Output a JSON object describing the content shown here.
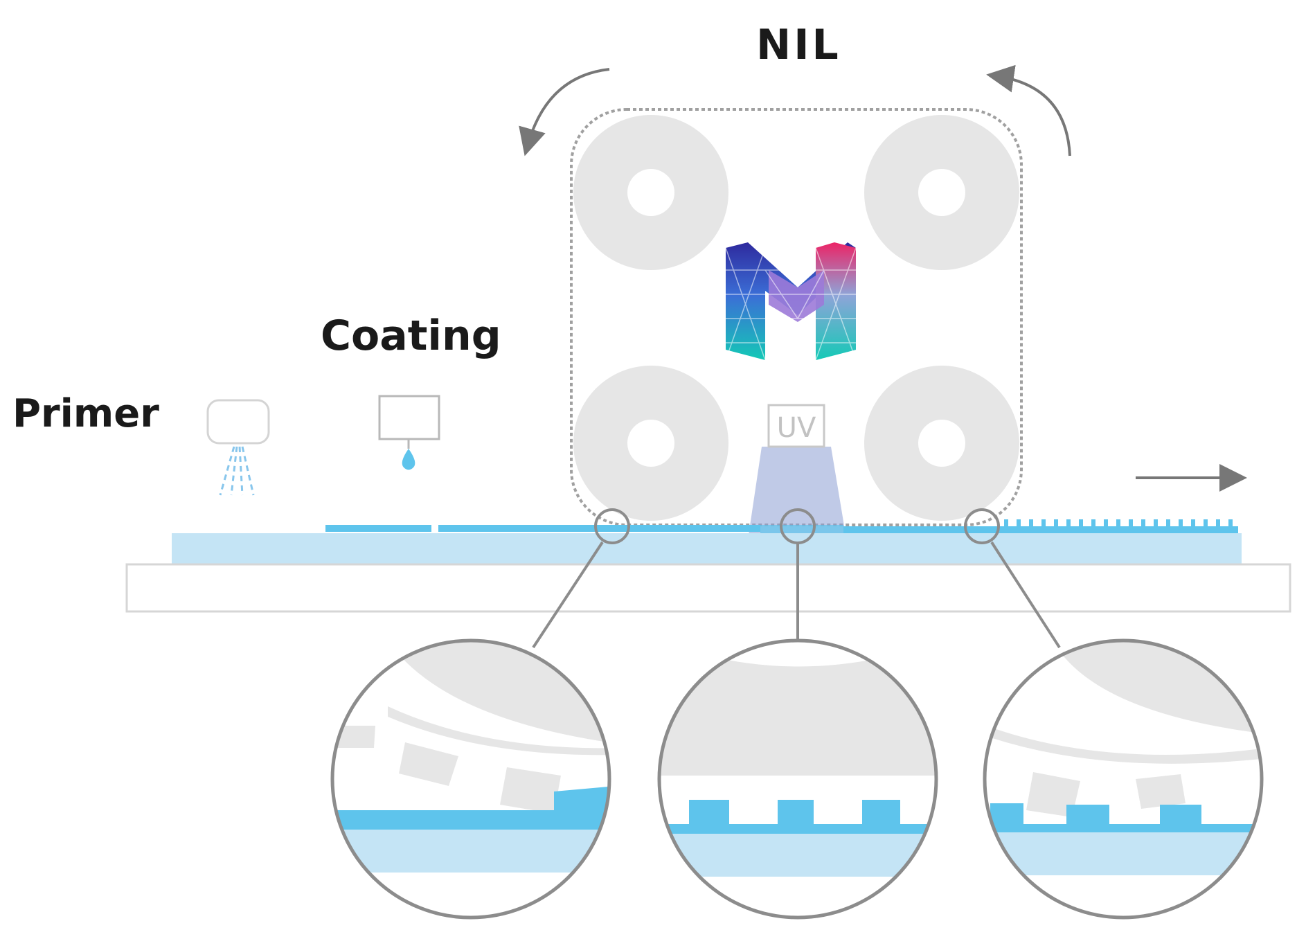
{
  "labels": {
    "nil": "NIL",
    "coating": "Coating",
    "primer": "Primer",
    "uv": "UV"
  },
  "icons": {
    "rotation_arrows": "curved-arrow-icon",
    "direction_arrow": "arrow-right-icon",
    "primer_station": "spray-nozzle-icon",
    "coating_station": "droplet-dispenser-icon",
    "logo": "m-logo-icon",
    "uv_lamp": "uv-lamp-icon"
  },
  "colors": {
    "roller": "#e6e6e6",
    "frame": "#a8a8a8",
    "substrate_light": "#c4e4f5",
    "resin": "#5ec4ec",
    "uv_beam": "#8d9ed4",
    "logo_blue": "#2e3a9e",
    "logo_pink": "#e8245f",
    "logo_teal": "#12c7b8",
    "magnifier_ring": "#8c8c8c",
    "arrow": "#777777"
  }
}
